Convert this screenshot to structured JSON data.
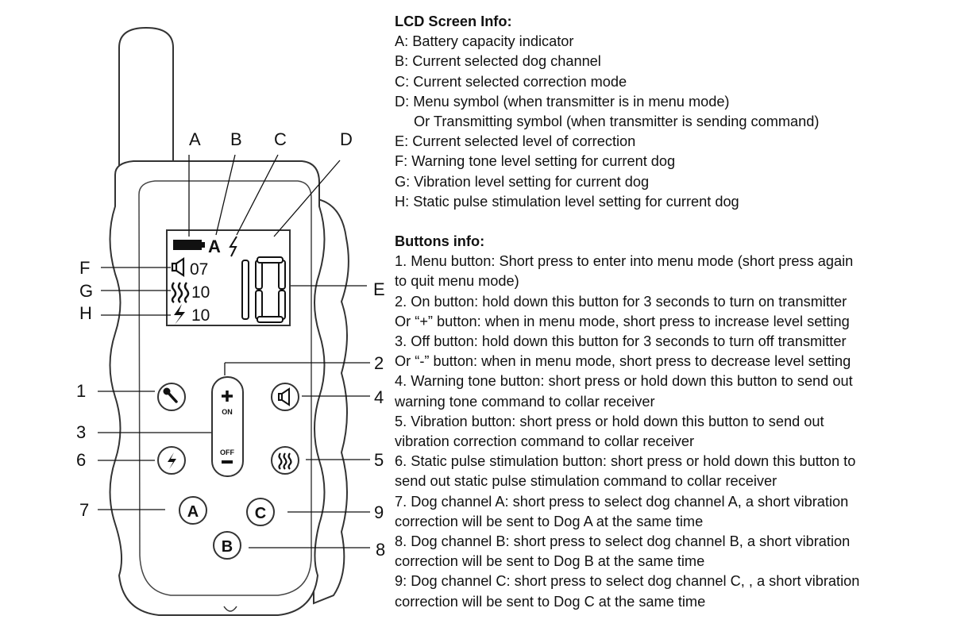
{
  "diagram": {
    "callouts": {
      "A": "A",
      "B": "B",
      "C": "C",
      "D": "D",
      "E": "E",
      "F": "F",
      "G": "G",
      "H": "H",
      "n1": "1",
      "n2": "2",
      "n3": "3",
      "n4": "4",
      "n5": "5",
      "n6": "6",
      "n7": "7",
      "n8": "8",
      "n9": "9"
    },
    "lcd": {
      "channel": "A",
      "tone_level": "07",
      "vibration_level": "10",
      "static_level": "10",
      "big_level": "10"
    },
    "buttons": {
      "plus_label": "ON",
      "minus_label": "OFF",
      "dog_a": "A",
      "dog_b": "B",
      "dog_c": "C"
    },
    "icons": [
      "battery-icon",
      "lightning-icon",
      "speaker-icon",
      "vibration-icon",
      "wrench-icon",
      "plus-icon",
      "minus-icon"
    ]
  },
  "lcd_info": {
    "heading": "LCD Screen Info:",
    "items": [
      "A: Battery capacity indicator",
      "B: Current selected dog channel",
      "C: Current selected correction mode",
      "D: Menu symbol (when transmitter is in menu mode)",
      "Or Transmitting symbol (when transmitter is sending command)",
      "E: Current selected level of correction",
      "F: Warning tone level setting for current dog",
      "G: Vibration level setting for current dog",
      "H: Static pulse stimulation level setting for current dog"
    ]
  },
  "buttons_info": {
    "heading": "Buttons info:",
    "lines": [
      "1. Menu button:  Short press to enter into menu mode (short  press again",
      "to quit menu mode)",
      "2. On button: hold down this button for 3 seconds to turn on transmitter",
      "Or “+” button: when in menu mode, short press to increase level setting",
      "3. Off button: hold down this button for 3 seconds to turn off transmitter",
      "Or “-” button: when in menu mode, short press to decrease level setting",
      "4. Warning tone button: short press or hold down this button to send out",
      "warning tone command to collar receiver",
      "5. Vibration button: short press or hold down this button to send out",
      "vibration correction command to collar receiver",
      "6. Static pulse stimulation button: short press or hold down this button to",
      "send out static pulse stimulation command to collar receiver",
      "7. Dog channel A: short press to select dog channel A, a short vibration",
      "correction will be sent to Dog A at the same time",
      "8. Dog channel B: short press to select dog channel B, a short vibration",
      "correction will be sent to Dog B at the same time",
      "9: Dog channel C: short press to select dog channel C, , a short vibration",
      "correction will be sent to Dog C at the same time"
    ]
  }
}
